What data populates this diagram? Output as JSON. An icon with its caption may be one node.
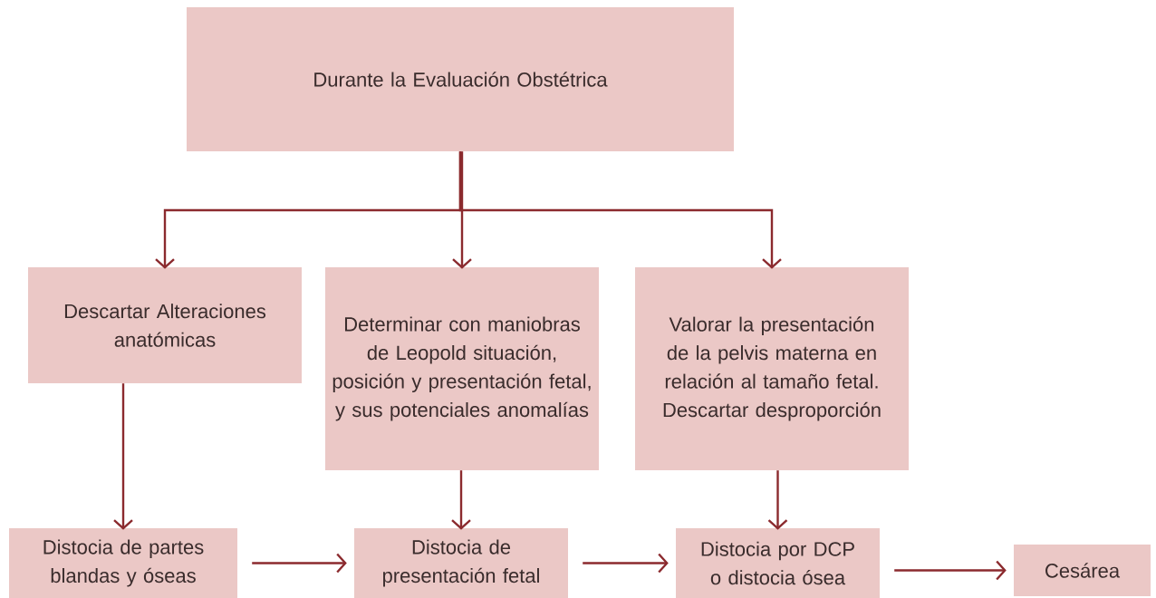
{
  "diagram": {
    "nodes": [
      {
        "text": [
          "Durante la Evaluación Obstétrica"
        ]
      },
      {
        "text": [
          "Descartar Alteraciones anatómicas"
        ]
      },
      {
        "text": [
          "Determinar con maniobras de Leopold situación, posición y presentación fetal, y sus potenciales anomalías"
        ]
      },
      {
        "text": [
          "Valorar la presentación de la pelvis materna en relación al tamaño fetal.",
          "Descartar desproporción"
        ]
      },
      {
        "text": [
          "Distocia de partes blandas y óseas"
        ]
      },
      {
        "text": [
          "Distocia de presentación fetal"
        ]
      },
      {
        "text": [
          "Distocia por DCP o distocia ósea"
        ]
      },
      {
        "text": [
          "Cesárea"
        ]
      }
    ],
    "edges": [
      {
        "from": 0,
        "to": 1,
        "arrow": "to"
      },
      {
        "from": 0,
        "to": 2,
        "arrow": "to"
      },
      {
        "from": 0,
        "to": 3,
        "arrow": "to"
      },
      {
        "from": 1,
        "to": 4,
        "arrow": "to"
      },
      {
        "from": 2,
        "to": 5,
        "arrow": "to"
      },
      {
        "from": 3,
        "to": 6,
        "arrow": "to"
      },
      {
        "from": 4,
        "to": 5,
        "arrow": "to"
      },
      {
        "from": 5,
        "to": 6,
        "arrow": "to"
      },
      {
        "from": 6,
        "to": 7,
        "arrow": "to"
      }
    ]
  }
}
